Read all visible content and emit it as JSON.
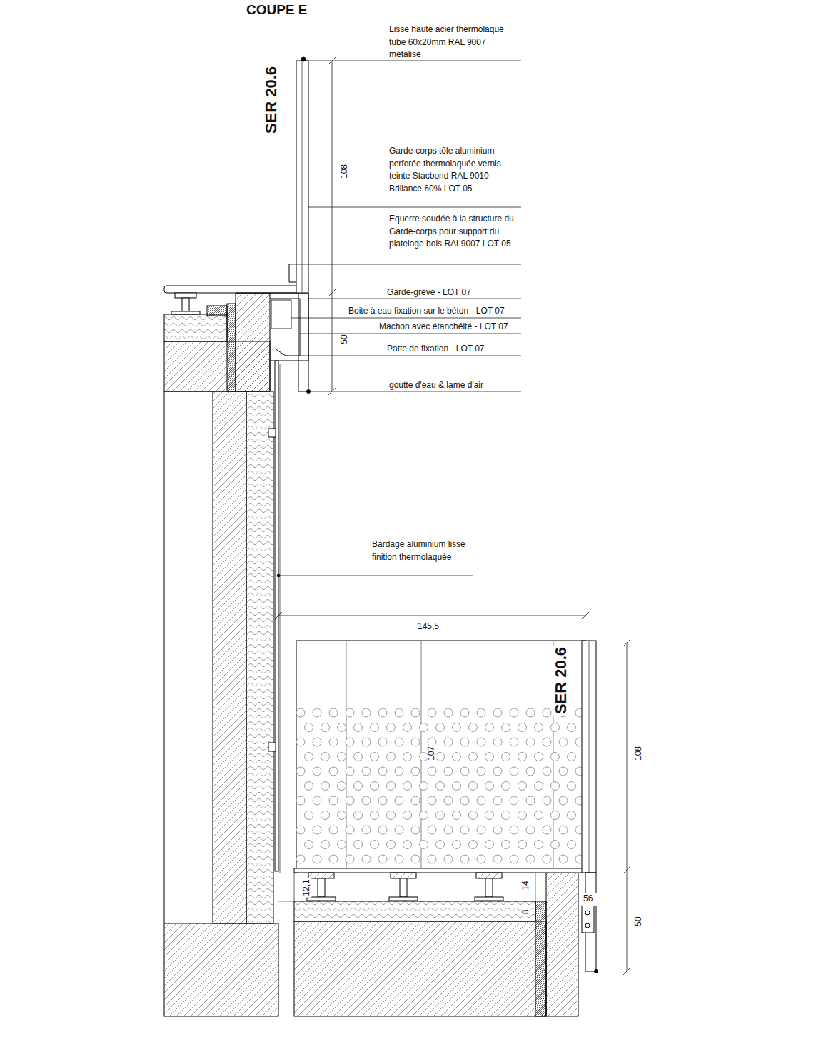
{
  "diagram": {
    "title": "COUPE E",
    "labels": [
      "SER 20.6",
      "Lisse haute acier thermolaqué tube 60x20mm RAL 9007 métalisé",
      "108",
      "Garde-corps tôle aluminium perforée thermolaquée vernis teinte Stacbond RAL 9010 Brillance 60% LOT 05",
      "Equerre soudée à la structure du Garde-corps pour support du platelage bois RAL9007 LOT 05",
      "Garde-grève - LOT 07",
      "Boite à eau fixation sur le béton - LOT 07",
      "50",
      "Machon avec étanchéité - LOT 07",
      "Patte de fixation - LOT 07",
      "goutte d'eau & lame d'air",
      "Bardage aluminium lisse finition thermolaquée",
      "145,5",
      "SER 20.6",
      "107",
      "108",
      "12,1",
      "14",
      "56",
      "8",
      "50"
    ]
  }
}
